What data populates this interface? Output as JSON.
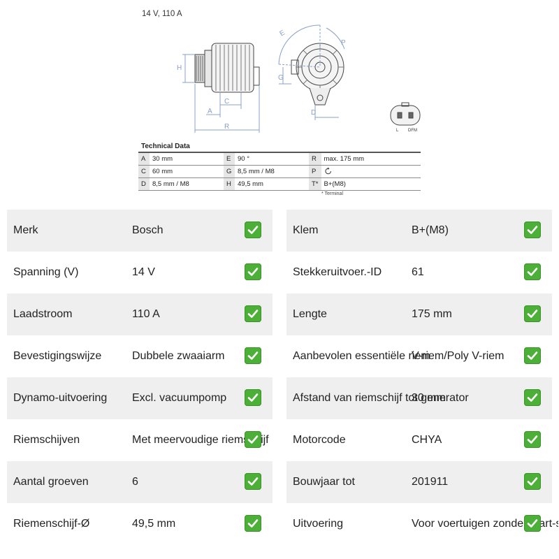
{
  "drawing": {
    "spec_line": "14 V, 110 A",
    "dimension_letters": [
      "H",
      "A",
      "C",
      "R",
      "E",
      "P",
      "G",
      "D"
    ],
    "connector_labels": [
      "L",
      "DFM"
    ]
  },
  "technical_data": {
    "title": "Technical Data",
    "rows": [
      [
        {
          "k": "A",
          "v": "30 mm"
        },
        {
          "k": "E",
          "v": "90 °"
        },
        {
          "k": "R",
          "v": "max. 175 mm"
        }
      ],
      [
        {
          "k": "C",
          "v": "60 mm"
        },
        {
          "k": "G",
          "v": "8,5 mm / M8"
        },
        {
          "k": "P",
          "v": ""
        }
      ],
      [
        {
          "k": "D",
          "v": "8,5 mm / M8"
        },
        {
          "k": "H",
          "v": "49,5 mm"
        },
        {
          "k": "T*",
          "v": "B+(M8)"
        }
      ]
    ],
    "footnote": "* Terminal"
  },
  "specs": {
    "left": [
      {
        "label": "Merk",
        "value": "Bosch"
      },
      {
        "label": "Spanning (V)",
        "value": "14 V"
      },
      {
        "label": "Laadstroom",
        "value": "110 A"
      },
      {
        "label": "Bevestigingswijze",
        "value": "Dubbele zwaaiarm"
      },
      {
        "label": "Dynamo-uitvoering",
        "value": "Excl. vacuumpomp"
      },
      {
        "label": "Riemschijven",
        "value": "Met meervoudige riemschijf"
      },
      {
        "label": "Aantal groeven",
        "value": "6"
      },
      {
        "label": "Riemenschijf-Ø",
        "value": "49,5 mm"
      }
    ],
    "right": [
      {
        "label": "Klem",
        "value": "B+(M8)"
      },
      {
        "label": "Stekkeruitvoer.-ID",
        "value": "61"
      },
      {
        "label": "Lengte",
        "value": "175 mm"
      },
      {
        "label": "Aanbevolen essentiële riem",
        "value": "V-riem/Poly V-riem"
      },
      {
        "label": "Afstand van riemschijf tot generator",
        "value": "30 mm"
      },
      {
        "label": "Motorcode",
        "value": "CHYA"
      },
      {
        "label": "Bouwjaar tot",
        "value": "201911"
      },
      {
        "label": "Uitvoering",
        "value": "Voor voertuigen zonder start-stopsysteem"
      }
    ]
  },
  "colors": {
    "row_shade": "#efefef",
    "check_green": "#4caf37"
  },
  "icons": {
    "check": "check-mark-icon",
    "rotation": "rotation-arrow-icon"
  }
}
